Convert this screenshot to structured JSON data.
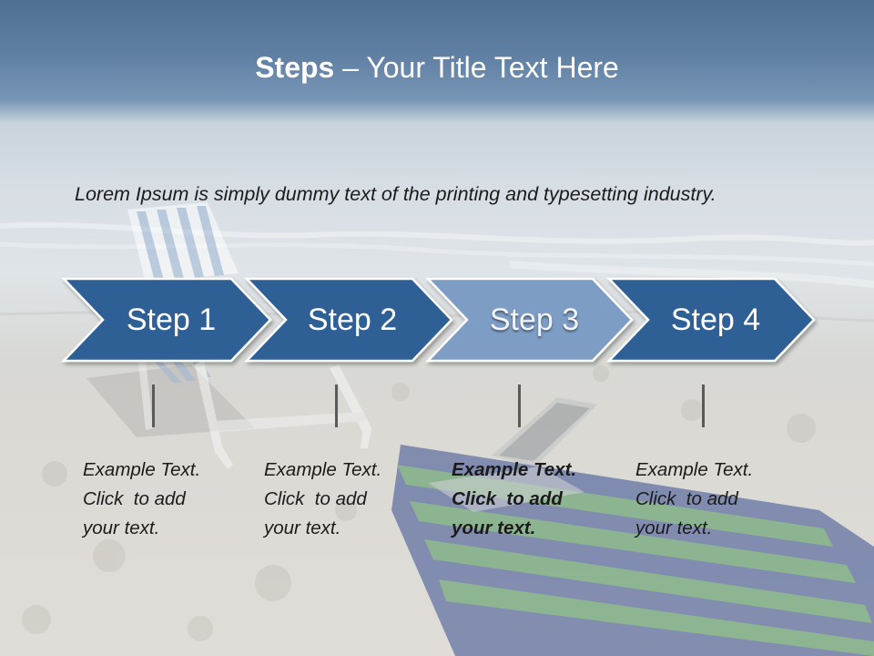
{
  "slide": {
    "title_bold": "Steps",
    "title_rest": " – Your Title Text Here",
    "body": "Lorem Ipsum is simply dummy text of the printing and typesetting industry."
  },
  "steps": [
    {
      "label": "Step 1",
      "caption": [
        "Example Text.",
        "Click  to add",
        "your text."
      ]
    },
    {
      "label": "Step 2",
      "caption": [
        "Example Text.",
        "Click  to add",
        "your text."
      ]
    },
    {
      "label": "Step 3",
      "caption": [
        "Example Text.",
        "Click  to add",
        "your text."
      ]
    },
    {
      "label": "Step 4",
      "caption": [
        "Example Text.",
        "Click  to add",
        "your text."
      ]
    }
  ],
  "colors": {
    "arrow_fill": "#2d5f95",
    "arrow_active_fill": "#7d9dc4",
    "arrow_border": "#ffffff",
    "title_text": "#ffffff",
    "body_text": "#1b1b1b"
  }
}
